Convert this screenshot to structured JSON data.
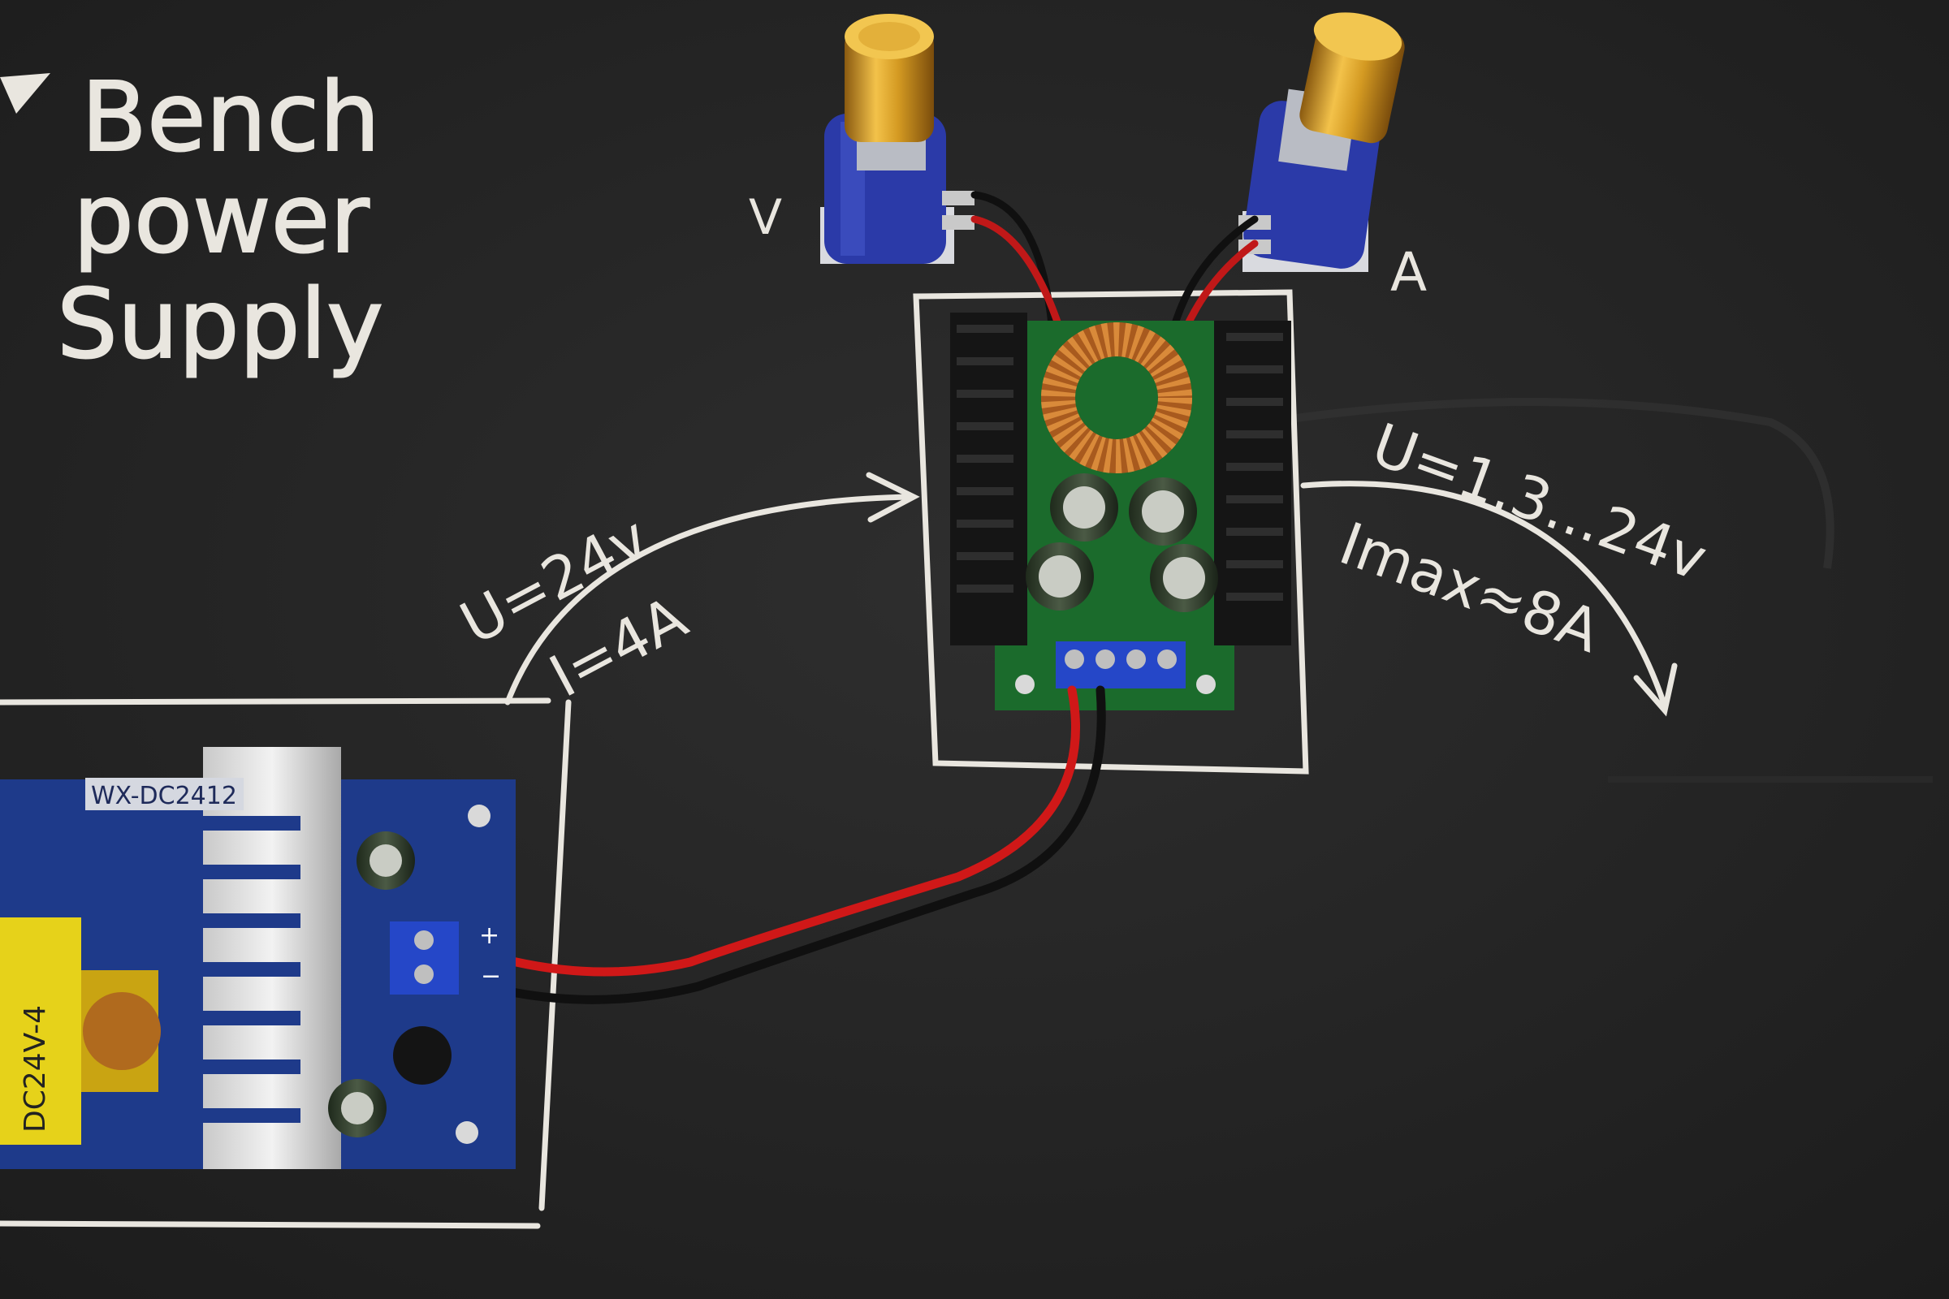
{
  "title": {
    "line1": "Bench",
    "line2": "power",
    "line3": "Supply"
  },
  "knobs": {
    "voltage_label": "V",
    "current_label": "A"
  },
  "input": {
    "voltage": "U=24v",
    "current": "I=4A"
  },
  "output": {
    "voltage": "U=1.3...24v",
    "current": "Imax≈8A"
  },
  "psu": {
    "model": "WX-DC2412",
    "side_label": "DC24V-4",
    "plus": "+",
    "minus": "−"
  },
  "colors": {
    "board": "#242424",
    "chalk": "#e9e6df",
    "knob_gold": "#d49a22",
    "pot_blue": "#2b3aa8",
    "pcb_green": "#1b6b2c",
    "psu_blue": "#1e3a8a",
    "wire_red": "#d01818",
    "wire_black": "#101010"
  }
}
